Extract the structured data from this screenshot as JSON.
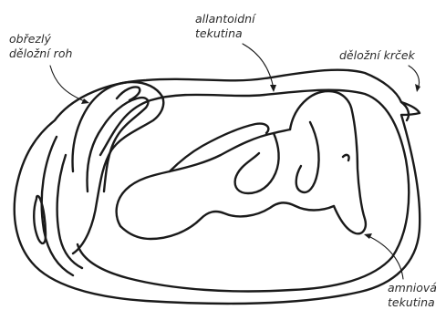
{
  "labels": {
    "uterine_horn": {
      "line1": "obřezlý",
      "line2": "děložní roh"
    },
    "allantoic_fluid": {
      "line1": "allantoidní",
      "line2": "tekutina"
    },
    "cervix": {
      "line1": "děložní krček"
    },
    "amniotic_fluid": {
      "line1": "amniová",
      "line2": "tekutina"
    }
  },
  "colors": {
    "stroke": "#1a1a1a",
    "text": "#2b2b2b",
    "background": "#ffffff"
  }
}
